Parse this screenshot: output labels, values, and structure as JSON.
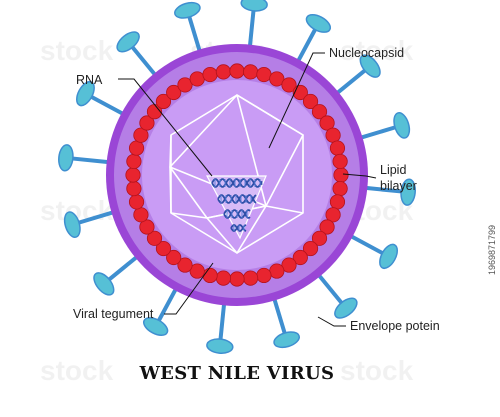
{
  "title": "WEST NILE VIRUS",
  "labels": {
    "rna": "RNA",
    "nucleocapsid": "Nucleocapsid",
    "lipid_1": "Lipid",
    "lipid_2": "bilayer",
    "viral_tegument": "Viral tegument",
    "envelope_protein": "Envelope potein"
  },
  "stock_id": "1969871799",
  "watermark": "stock",
  "colors": {
    "envelope": "#9a46d6",
    "capsid_fill": "#c99cf5",
    "bead": "#e8242f",
    "spike": "#3f8fd0",
    "spike_head": "#56c0d6",
    "rna_strand": "#2f4fa8"
  }
}
